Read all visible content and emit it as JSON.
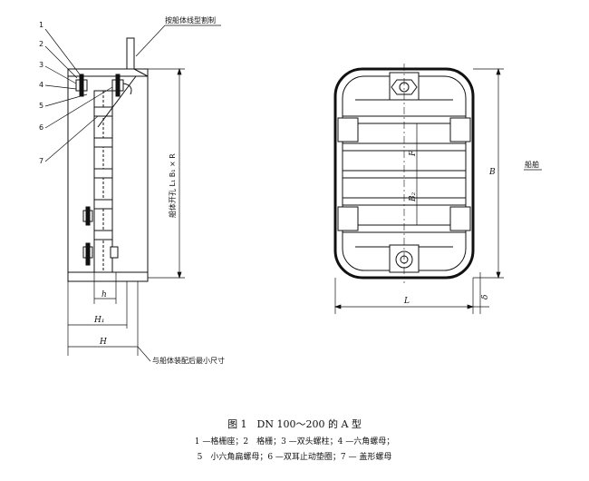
{
  "left_view": {
    "part_numbers": [
      "1",
      "2",
      "3",
      "4",
      "5",
      "6",
      "7"
    ],
    "note_top": "按船体线型割制",
    "dim_vertical": "船体开孔 L₁ B₁ × R",
    "dim_h": "h",
    "dim_h1": "H₁",
    "dim_H": "H",
    "note_bottom": "与船体装配后最小尺寸"
  },
  "right_view": {
    "dim_B": "B",
    "dim_L": "L",
    "dim_delta": "δ",
    "dim_F": "F",
    "dim_B2": "B₂",
    "side_note": "船舶"
  },
  "caption": {
    "title": "图 1　DN 100～200 的 A 型",
    "line1": "1 —格栅座；2　格栅；3 —双头螺柱；4 —六角螺母；",
    "line2": "5　小六角扁螺母；6 —双耳止动垫圈；7 — 盖形螺母"
  }
}
